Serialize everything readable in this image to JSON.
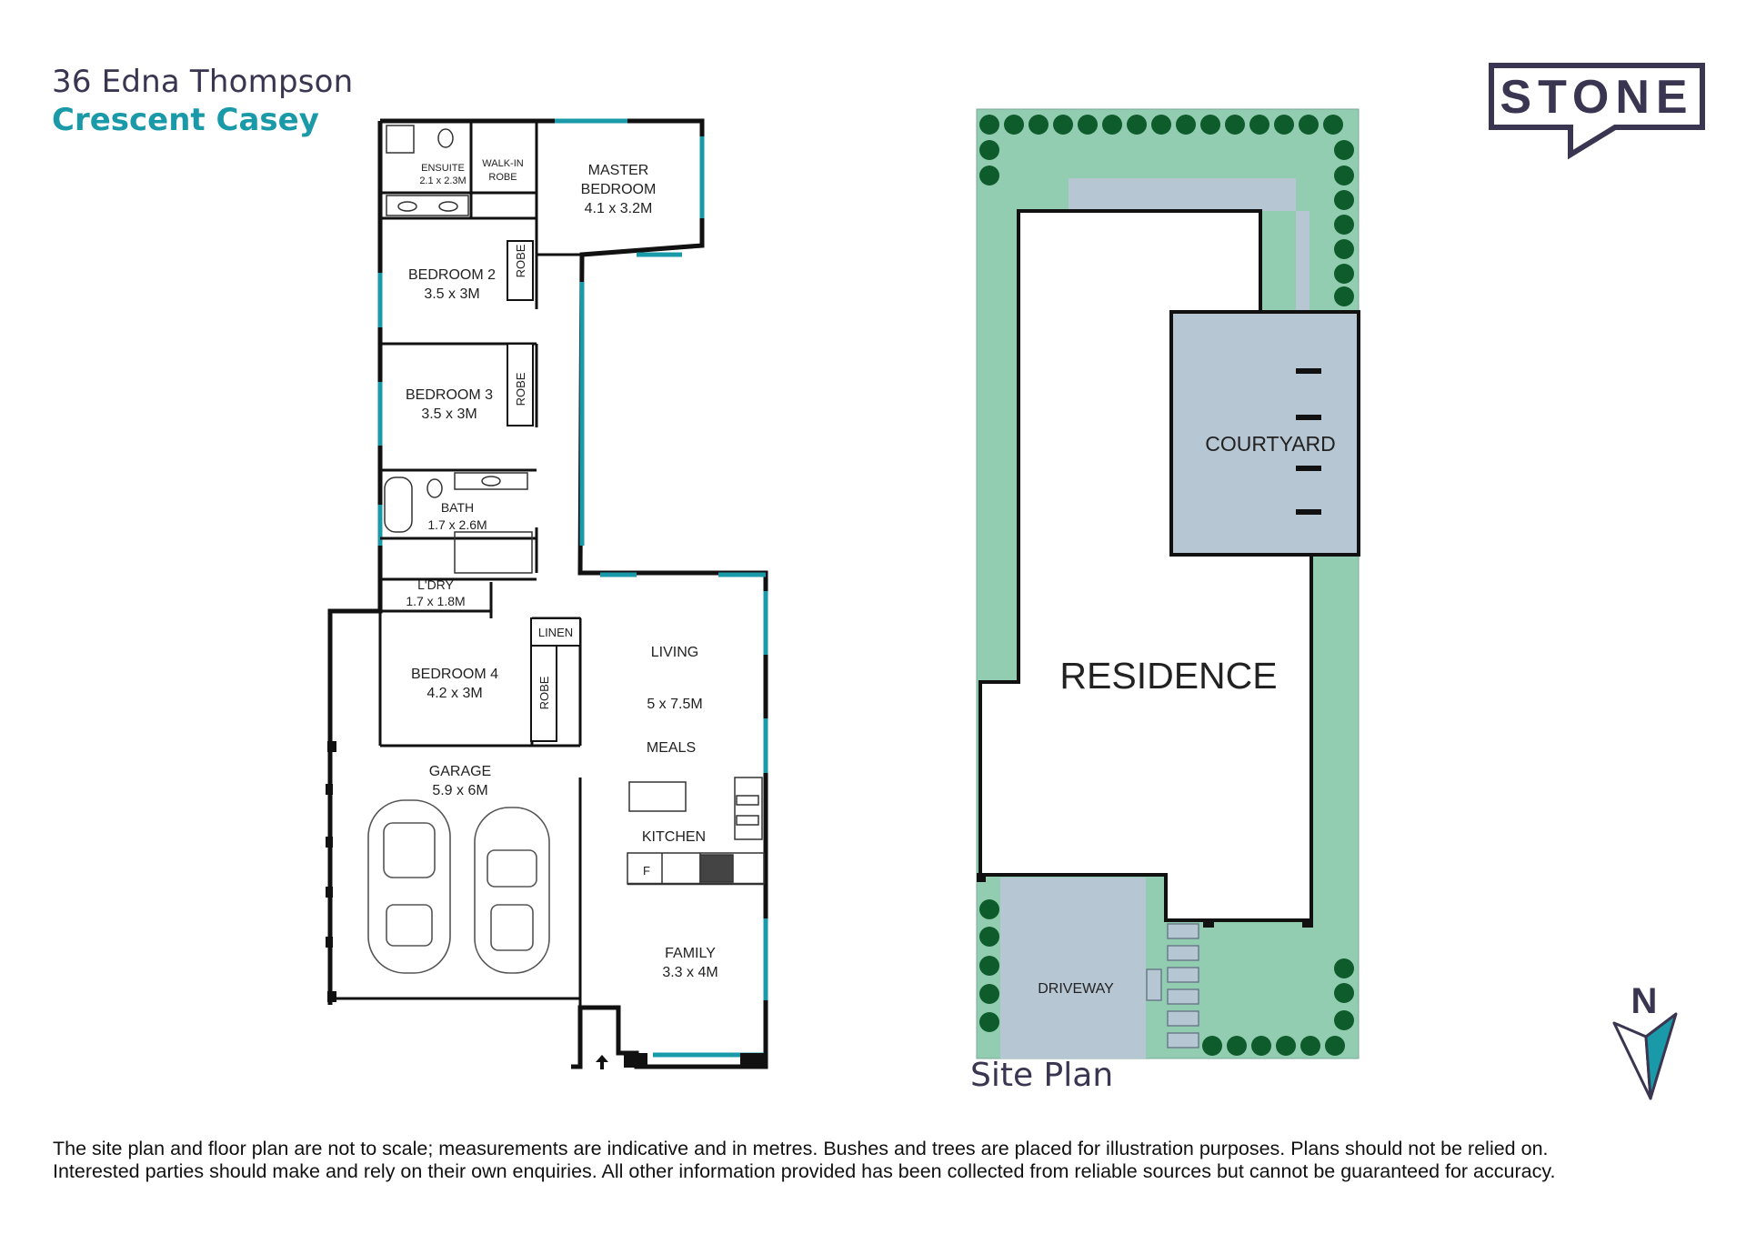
{
  "header": {
    "address_line1": "36 Edna Thompson",
    "address_line2": "Crescent Casey"
  },
  "brand": {
    "logo_text": "STONE"
  },
  "floor_plan": {
    "ensuite": {
      "name": "ENSUITE",
      "dims": "2.1 x 2.3M"
    },
    "walk_in_robe": {
      "line1": "WALK-IN",
      "line2": "ROBE"
    },
    "master": {
      "line1": "MASTER",
      "line2": "BEDROOM",
      "dims": "4.1 x 3.2M"
    },
    "bedroom2": {
      "name": "BEDROOM 2",
      "dims": "3.5 x 3M"
    },
    "bedroom3": {
      "name": "BEDROOM 3",
      "dims": "3.5 x 3M"
    },
    "bath": {
      "name": "BATH",
      "dims": "1.7 x 2.6M"
    },
    "laundry": {
      "name": "L'DRY",
      "dims": "1.7 x 1.8M"
    },
    "linen": "LINEN",
    "robe": "ROBE",
    "bedroom4": {
      "name": "BEDROOM 4",
      "dims": "4.2 x 3M"
    },
    "living": {
      "name": "LIVING",
      "dims": "5 x 7.5M"
    },
    "meals": "MEALS",
    "kitchen": "KITCHEN",
    "fridge": "F",
    "garage": {
      "name": "GARAGE",
      "dims": "5.9 x 6M"
    },
    "family": {
      "name": "FAMILY",
      "dims": "3.3 x 4M"
    }
  },
  "site_plan": {
    "label": "Site Plan",
    "residence": "RESIDENCE",
    "courtyard": "COURTYARD",
    "driveway": "DRIVEWAY",
    "north": "N"
  },
  "disclaimer": {
    "line1": "The site plan and floor plan are not to scale; measurements are indicative and in metres. Bushes and trees are placed for illustration purposes. Plans should not be relied on.",
    "line2": "Interested parties should make and rely on their own enquiries. All other information provided has been collected from reliable sources but cannot be guaranteed for accuracy."
  },
  "colors": {
    "teal_accent": "#1a9aa8",
    "navy": "#3a3550",
    "lawn": "#92cdb1",
    "tree": "#0e5b2b",
    "paving": "#b6c6d3"
  }
}
